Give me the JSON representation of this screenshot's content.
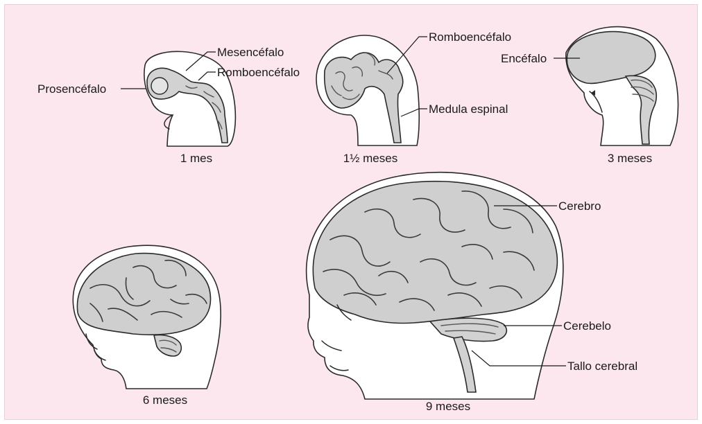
{
  "colors": {
    "background": "#fce7ee",
    "frame": "#e0c8d2",
    "brain_fill": "#cfcfcf",
    "outline": "#2a2a2a",
    "text": "#1a1a1a"
  },
  "stages": [
    {
      "id": "1mes",
      "caption": "1 mes",
      "labels": [
        "Prosencéfalo",
        "Mesencéfalo",
        "Romboencéfalo"
      ]
    },
    {
      "id": "1-5meses",
      "caption": "1½ meses",
      "labels": [
        "Romboencéfalo",
        "Medula espinal"
      ]
    },
    {
      "id": "3meses",
      "caption": "3 meses",
      "labels": [
        "Encéfalo"
      ]
    },
    {
      "id": "6meses",
      "caption": "6 meses",
      "labels": []
    },
    {
      "id": "9meses",
      "caption": "9 meses",
      "labels": [
        "Cerebro",
        "Cerebelo",
        "Tallo cerebral"
      ]
    }
  ]
}
